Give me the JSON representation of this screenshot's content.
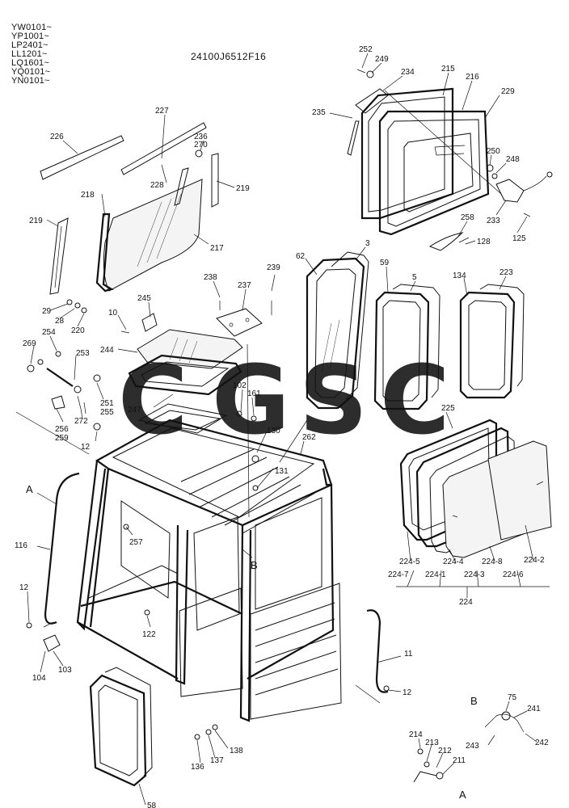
{
  "serial_ranges": [
    "YW0101~",
    "YP1001~",
    "LP2401~",
    "LL1201~",
    "LQ1601~",
    "YQ0101~",
    "YN0101~"
  ],
  "diagram_code": "24100J6512F16",
  "watermark": {
    "letters": [
      "C",
      "G",
      "S",
      "C"
    ],
    "colors": [
      "#4a86e8",
      "#ea4335",
      "#fbbc05",
      "#34a853"
    ]
  },
  "callouts": [
    "252",
    "249",
    "234",
    "215",
    "216",
    "229",
    "235",
    "250",
    "248",
    "233",
    "125",
    "258",
    "128",
    "227",
    "226",
    "236",
    "270",
    "228",
    "219",
    "218",
    "217",
    "3",
    "62",
    "59",
    "5",
    "134",
    "223",
    "239",
    "238",
    "237",
    "245",
    "10",
    "244",
    "29",
    "28",
    "220",
    "254",
    "269",
    "253",
    "251",
    "255",
    "256",
    "259",
    "272",
    "102",
    "161",
    "247",
    "130",
    "12",
    "262",
    "131",
    "225",
    "A",
    "116",
    "257",
    "B",
    "224-5",
    "224-4",
    "224-8",
    "224-2",
    "224-7",
    "224-1",
    "224-3",
    "224-6",
    "224",
    "122",
    "11",
    "104",
    "103",
    "75",
    "241",
    "242",
    "243",
    "214",
    "213",
    "212",
    "211",
    "138",
    "137",
    "136",
    "58"
  ]
}
